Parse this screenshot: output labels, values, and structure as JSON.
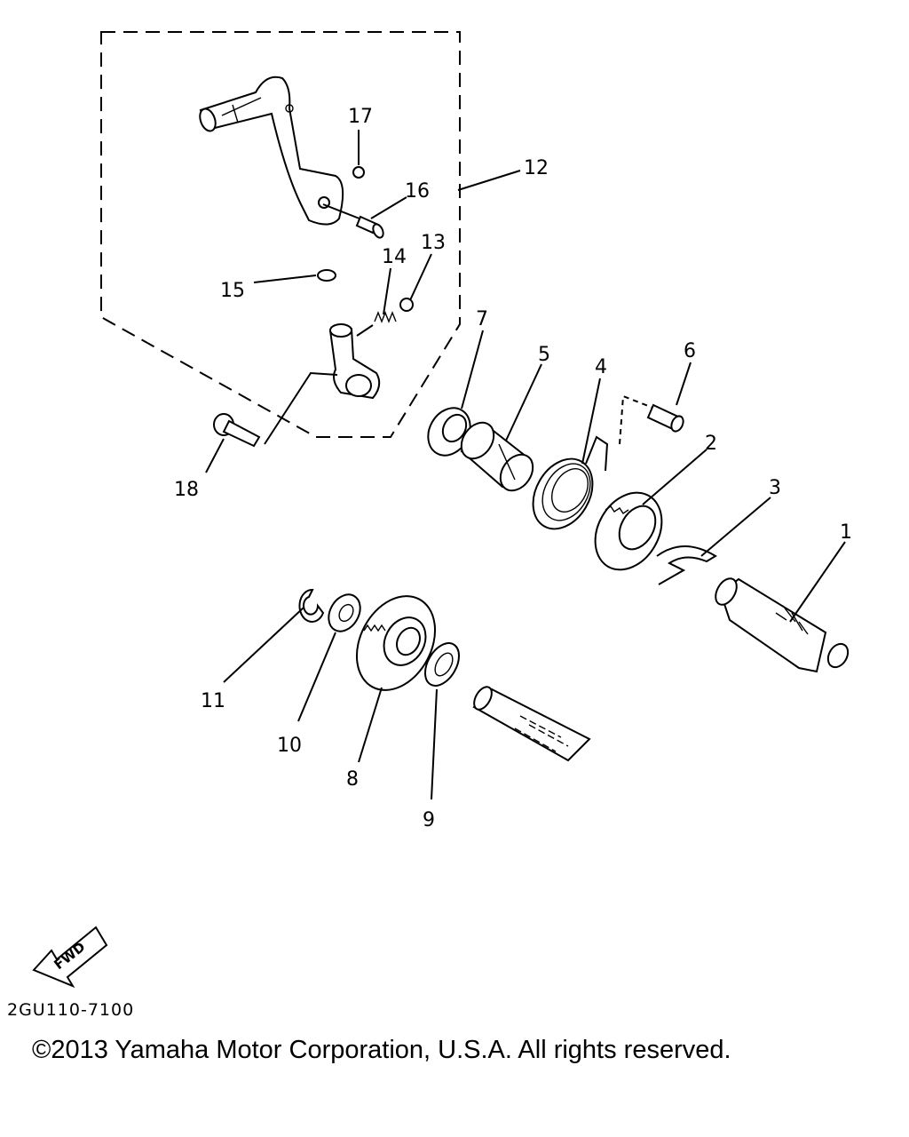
{
  "callouts": [
    "1",
    "2",
    "3",
    "4",
    "5",
    "6",
    "7",
    "8",
    "9",
    "10",
    "11",
    "12",
    "13",
    "14",
    "15",
    "16",
    "17",
    "18"
  ],
  "fwd_label": "FWD",
  "diagram_code": "2GU110-7100",
  "copyright": "©2013 Yamaha Motor Corporation, U.S.A. All rights reserved."
}
